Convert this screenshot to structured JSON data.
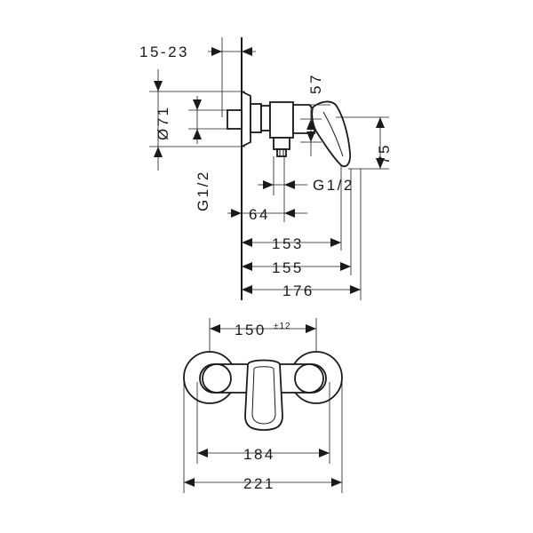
{
  "side_view": {
    "dim_projection": "15-23",
    "dim_height_57": "57",
    "dim_diameter": "Ø71",
    "dim_height_75": "75",
    "dim_thread_left": "G1/2",
    "dim_thread_right": "G1/2",
    "dim_64": "64",
    "dim_153": "153",
    "dim_155": "155",
    "dim_176": "176"
  },
  "front_view": {
    "dim_150": "150",
    "dim_150_tolerance": "±12",
    "dim_184": "184",
    "dim_221": "221"
  }
}
